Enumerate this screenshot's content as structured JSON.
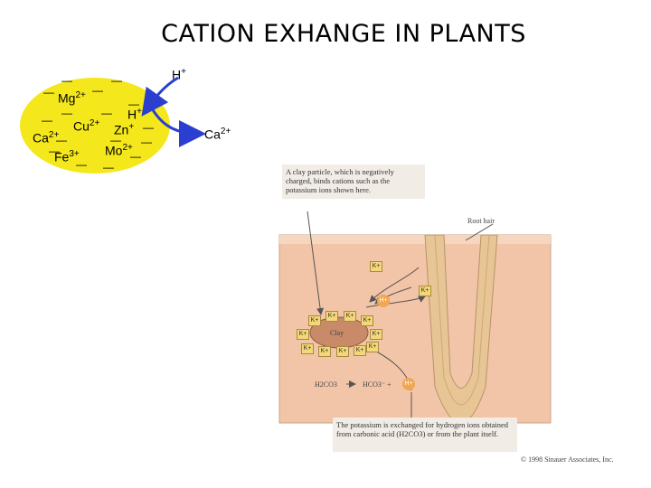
{
  "title": "CATION EXHANGE IN PLANTS",
  "colors": {
    "soil_blob": "#f4e81c",
    "arrow": "#2a3fd0",
    "soil_bg": "#f3c5a8",
    "root": "#e7c595",
    "k_box": "#f3d77a",
    "h_ion": "#f0a652"
  },
  "blob_ions": [
    {
      "id": "mg",
      "base": "Mg",
      "charge": "2+"
    },
    {
      "id": "h-inner",
      "base": "H",
      "charge": "+"
    },
    {
      "id": "cu",
      "base": "Cu",
      "charge": "2+"
    },
    {
      "id": "zn",
      "base": "Zn",
      "charge": "+"
    },
    {
      "id": "ca-left",
      "base": "Ca",
      "charge": "2+"
    },
    {
      "id": "fe",
      "base": "Fe",
      "charge": "3+"
    },
    {
      "id": "mo",
      "base": "Mo",
      "charge": "2+"
    }
  ],
  "h_incoming": {
    "base": "H",
    "charge": "+"
  },
  "ca_released": {
    "base": "Ca",
    "charge": "2+"
  },
  "figure": {
    "callout_top": "A clay particle, which is negatively charged, binds cations such as the potassium ions shown here.",
    "root_hair_label": "Root hair",
    "clay_label": "Clay",
    "k_label": "K+",
    "h_label": "H+",
    "equation_left": "H2CO3",
    "equation_right": "HCO3⁻ +",
    "callout_bottom": "The potassium is exchanged for hydrogen ions obtained from carbonic acid (H2CO3) or from the plant itself.",
    "copyright": "© 1998 Sinauer Associates, Inc."
  }
}
